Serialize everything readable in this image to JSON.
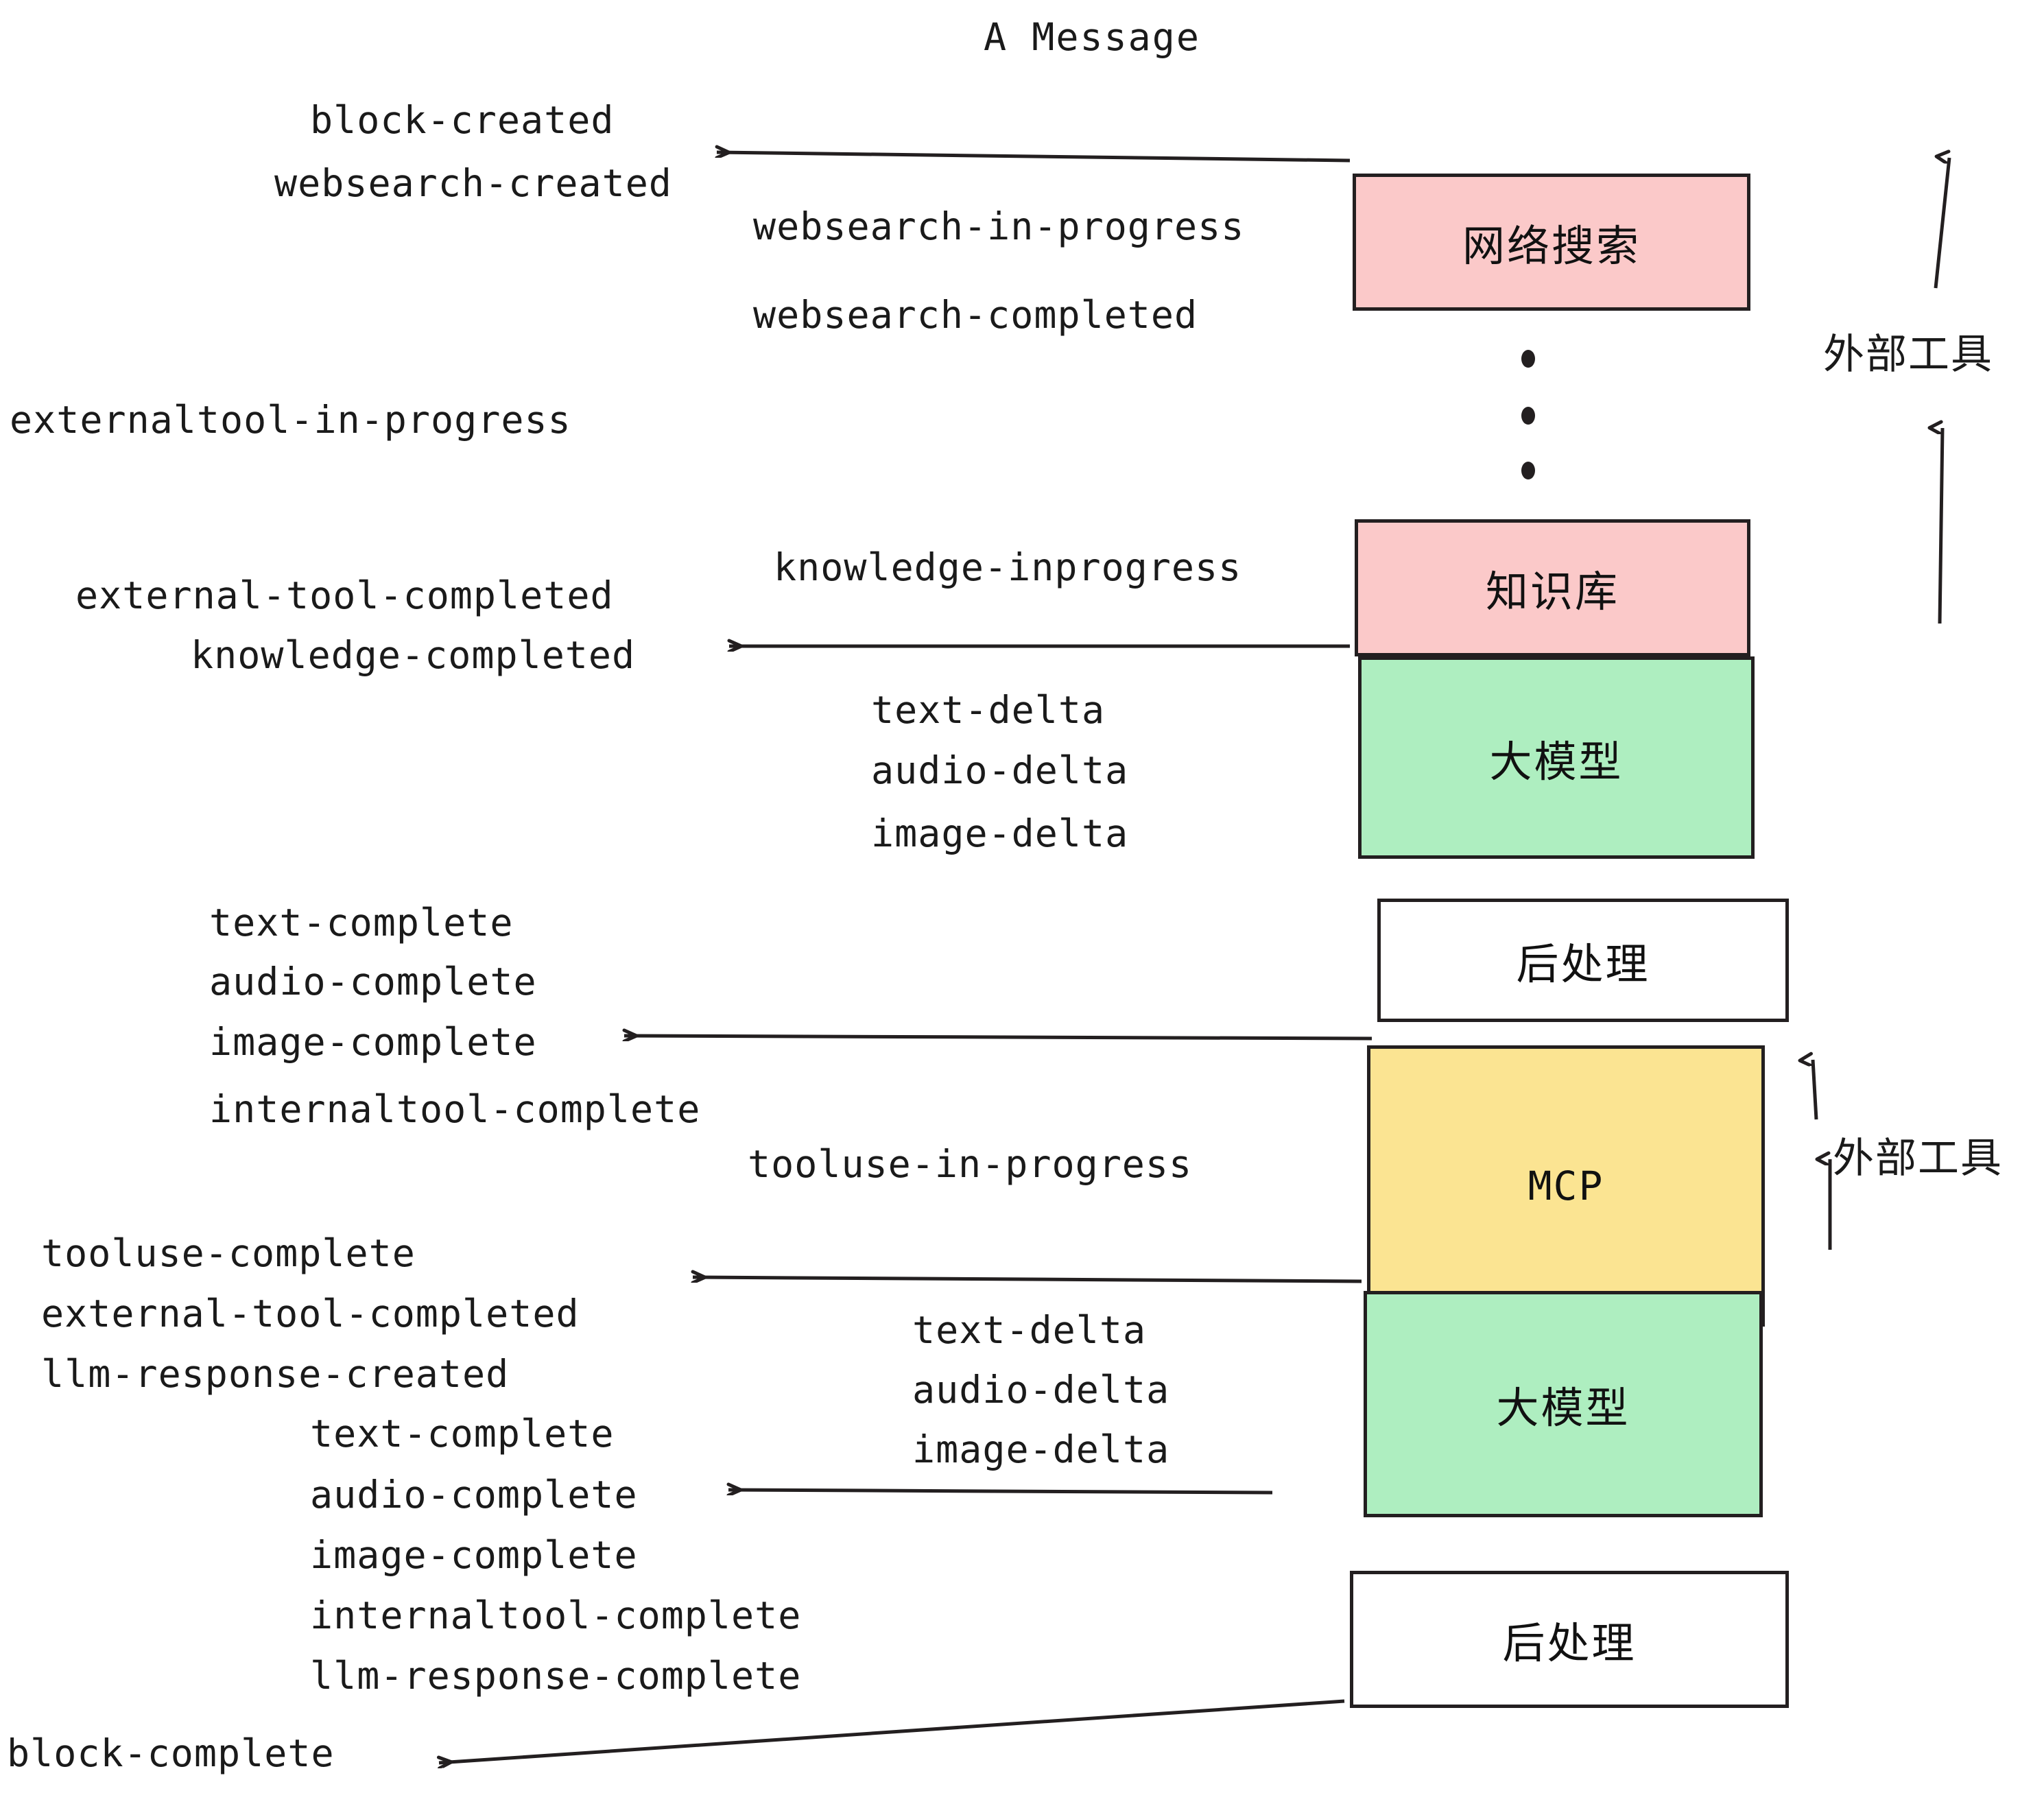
{
  "title": "A Message",
  "boxes": [
    {
      "label": "网络搜索",
      "color": "#FBC9C9",
      "kind": "external-tool"
    },
    {
      "label": "知识库",
      "color": "#FBC9C9",
      "kind": "external-tool"
    },
    {
      "label": "大模型",
      "color": "#AEEEC0",
      "kind": "llm"
    },
    {
      "label": "后处理",
      "color": "#FFFFFF",
      "kind": "post-process"
    },
    {
      "label": "MCP",
      "color": "#FBE492",
      "kind": "external-tool"
    },
    {
      "label": "大模型",
      "color": "#AEEEC0",
      "kind": "llm"
    },
    {
      "label": "后处理",
      "color": "#FFFFFF",
      "kind": "post-process"
    }
  ],
  "side_labels": [
    {
      "text": "外部工具"
    },
    {
      "text": "外部工具"
    }
  ],
  "events": [
    {
      "text": "block-created"
    },
    {
      "text": "websearch-created"
    },
    {
      "text": "websearch-in-progress"
    },
    {
      "text": "websearch-completed"
    },
    {
      "text": "externaltool-in-progress"
    },
    {
      "text": "knowledge-inprogress"
    },
    {
      "text": "external-tool-completed"
    },
    {
      "text": "knowledge-completed"
    },
    {
      "text": "text-delta"
    },
    {
      "text": "audio-delta"
    },
    {
      "text": "image-delta"
    },
    {
      "text": "text-complete"
    },
    {
      "text": "audio-complete"
    },
    {
      "text": "image-complete"
    },
    {
      "text": "internaltool-complete"
    },
    {
      "text": "tooluse-in-progress"
    },
    {
      "text": "tooluse-complete"
    },
    {
      "text": "external-tool-completed"
    },
    {
      "text": "llm-response-created"
    },
    {
      "text": "text-delta"
    },
    {
      "text": "audio-delta"
    },
    {
      "text": "image-delta"
    },
    {
      "text": "text-complete"
    },
    {
      "text": "audio-complete"
    },
    {
      "text": "image-complete"
    },
    {
      "text": "internaltool-complete"
    },
    {
      "text": "llm-response-complete"
    },
    {
      "text": "block-complete"
    }
  ],
  "colors": {
    "stroke": "#231f20",
    "pink": "#FBC9C9",
    "green": "#AEEEC0",
    "yellow": "#FBE492",
    "white": "#FFFFFF",
    "text": "#1a1a1a"
  }
}
